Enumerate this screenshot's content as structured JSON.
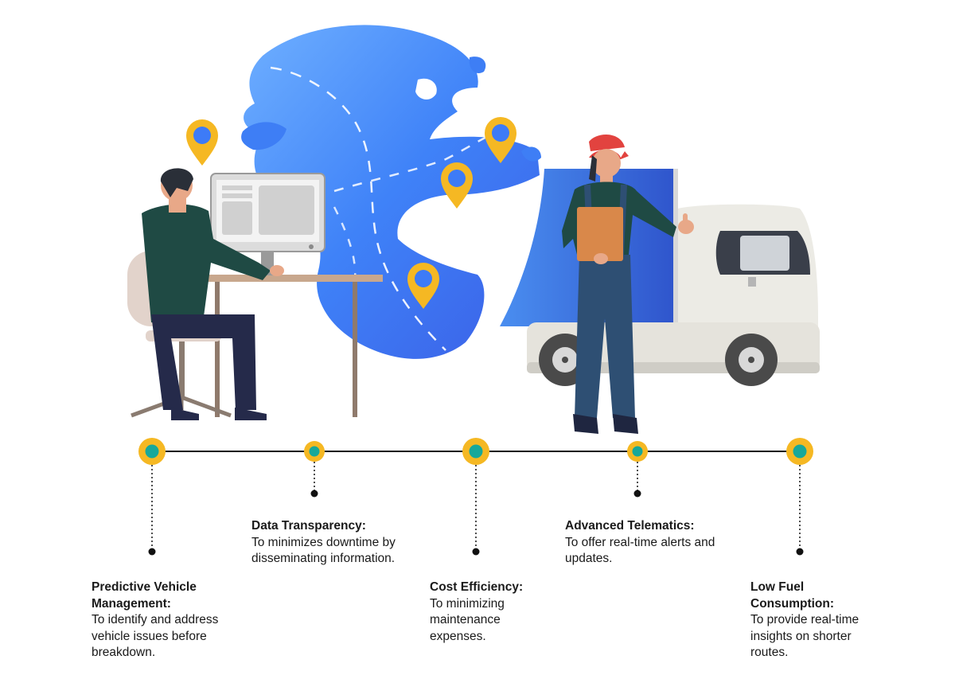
{
  "illustration": {
    "colors": {
      "globe": "#3d7bf7",
      "globe_light": "#6aa6ff",
      "pin": "#f5b823",
      "truck_box": "#3d6fe0",
      "truck_cab": "#ecebe5",
      "shirt": "#1f4a44",
      "pants": "#252a4a",
      "cap": "#e2433f",
      "clipboard": "#d9884a"
    },
    "icons": [
      "map-pin-icon",
      "computer-monitor-icon",
      "office-chair-icon",
      "delivery-truck-icon"
    ]
  },
  "timeline": {
    "colors": {
      "line": "#111111",
      "node_outer": "#f5b823",
      "node_inner": "#17a89a"
    },
    "items": [
      {
        "title": "Predictive Vehicle Management:",
        "description": "To identify and address vehicle issues before breakdown."
      },
      {
        "title": "Data Transparency:",
        "description": "To minimizes downtime by disseminating information."
      },
      {
        "title": "Cost Efficiency:",
        "description": "To minimizing maintenance expenses."
      },
      {
        "title": "Advanced Telematics:",
        "description": "To offer real-time alerts and updates."
      },
      {
        "title": "Low Fuel Consumption:",
        "description": "To provide real-time insights on shorter routes."
      }
    ]
  }
}
